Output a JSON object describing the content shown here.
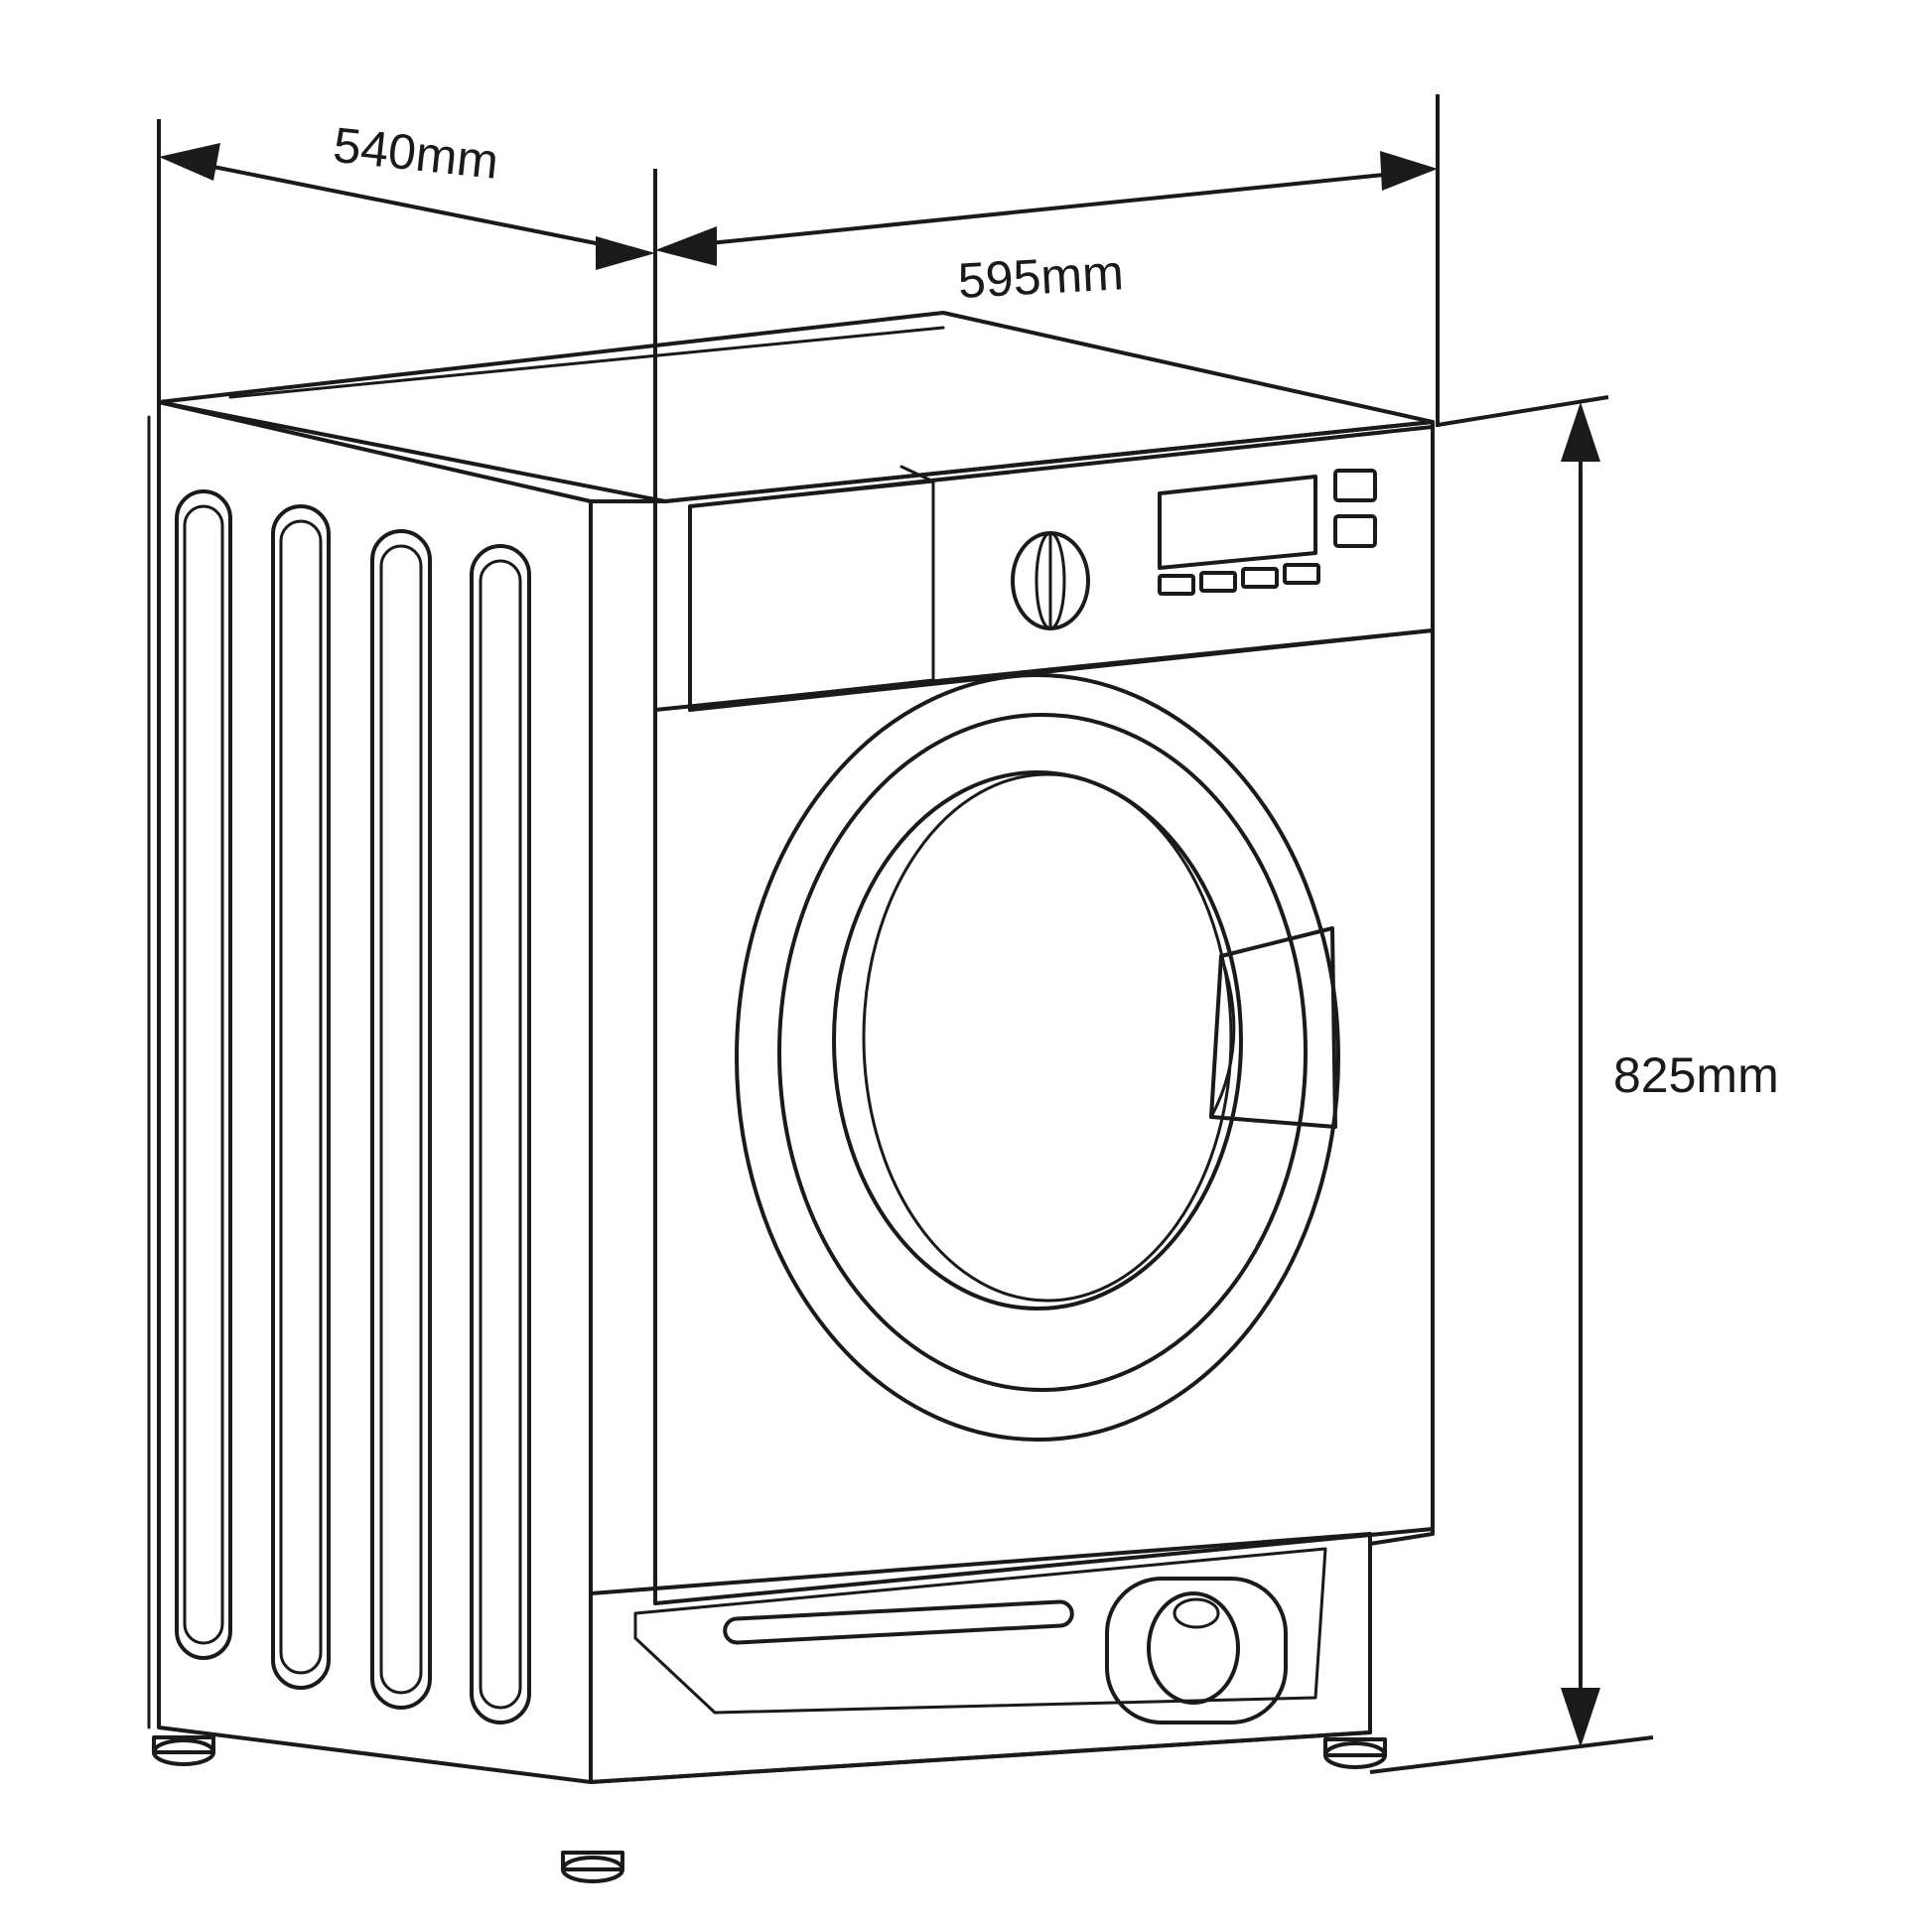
{
  "dimensions": {
    "depth": "540mm",
    "width": "595mm",
    "height": "825mm"
  }
}
